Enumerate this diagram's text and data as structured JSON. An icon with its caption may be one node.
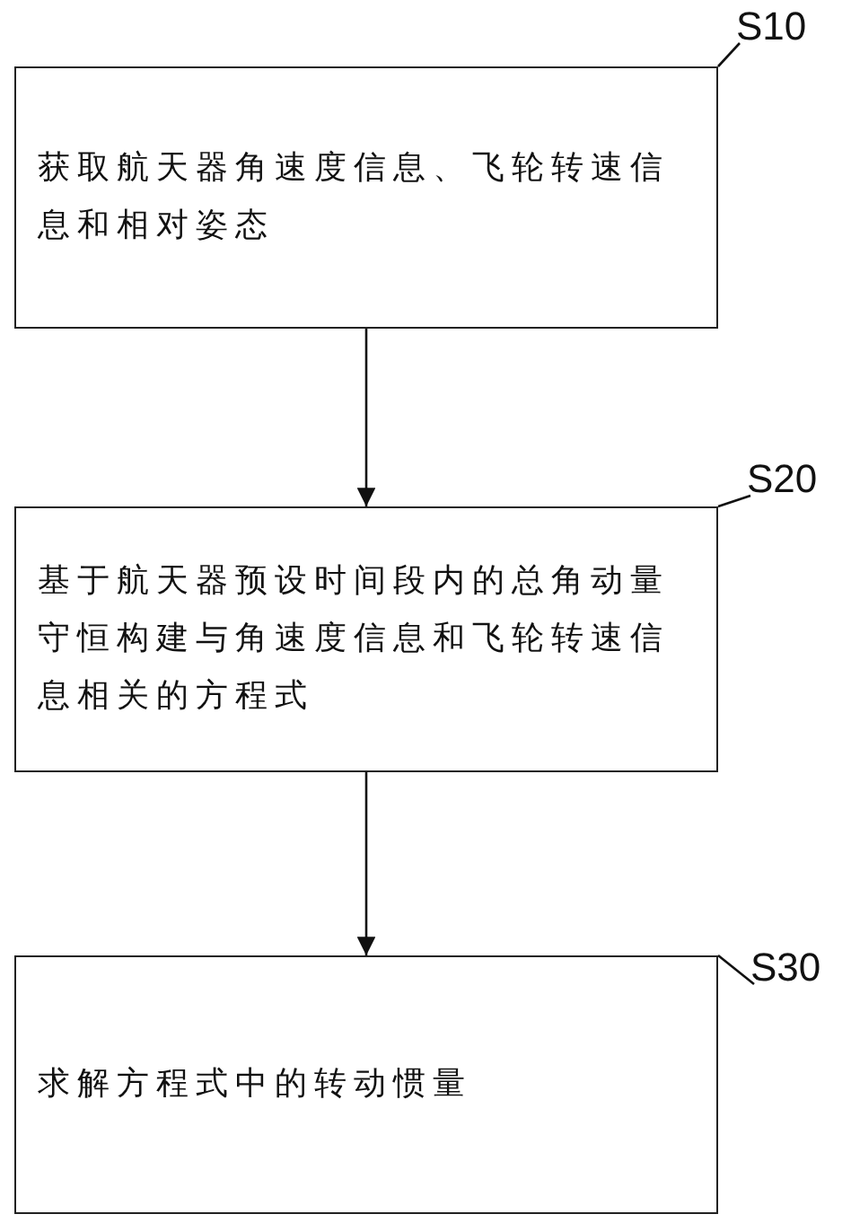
{
  "diagram": {
    "nodes": [
      {
        "text": [
          "S10"
        ]
      },
      {
        "text": [
          "获取航天器角速度信息、飞轮转速信息和相对姿态"
        ]
      },
      {
        "text": [
          "S20"
        ]
      },
      {
        "text": [
          "基于航天器预设时间段内的总角动量守恒构建与角速度信息和飞轮转速信息相关的方程式"
        ]
      },
      {
        "text": [
          "S30"
        ]
      },
      {
        "text": [
          "求解方程式中的转动惯量"
        ]
      }
    ],
    "edges": [
      {
        "from": 0,
        "to": 1,
        "arrow": "none"
      },
      {
        "from": 1,
        "to": 3,
        "arrow": "to"
      },
      {
        "from": 2,
        "to": 3,
        "arrow": "none"
      },
      {
        "from": 3,
        "to": 5,
        "arrow": "to"
      },
      {
        "from": 4,
        "to": 5,
        "arrow": "none"
      }
    ]
  }
}
